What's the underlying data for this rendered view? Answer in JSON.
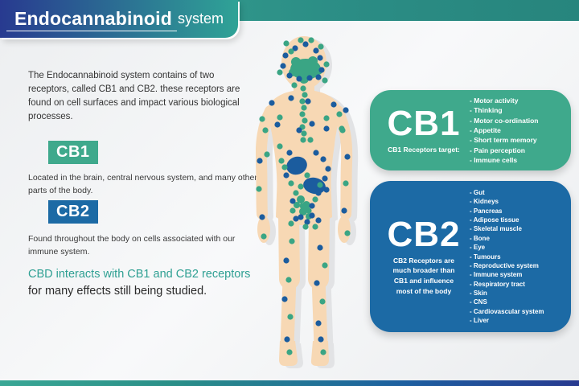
{
  "header": {
    "title_bold": "Endocannabinoid",
    "title_light": "system"
  },
  "intro_text": "The Endocannabinoid system contains of two receptors, called CB1 and CB2. these receptors are found on cell surfaces and impact various biological processes.",
  "left_column": {
    "cb1_badge": "CB1",
    "cb1_description": "Located in the brain, central nervous system, and many other parts of the body.",
    "cb2_badge": "CB2",
    "cb2_description": "Found throughout the body on cells associated with our immune system.",
    "cbd_highlight": "CBD interacts with CB1 and CB2 receptors",
    "cbd_rest": "for many effects still being studied."
  },
  "cards": {
    "cb1": {
      "title": "CB1",
      "subtitle": "CB1 Receptors target:",
      "items": [
        "Motor activity",
        "Thinking",
        "Motor co-ordination",
        "Appetite",
        "Short term memory",
        "Pain perception",
        "Immune cells"
      ]
    },
    "cb2": {
      "title": "CB2",
      "subtitle": "CB2 Receptors are much broader than CB1 and influence most of the body",
      "items": [
        "Gut",
        "Kidneys",
        "Pancreas",
        "Adipose tissue",
        "Skeletal muscle",
        "Bone",
        "Eye",
        "Tumours",
        "Reproductive system",
        "Immune system",
        "Respiratory tract",
        "Skin",
        "CNS",
        "Cardiovascular system",
        "Liver"
      ]
    }
  },
  "colors": {
    "teal": "#3fa98c",
    "blue": "#1c6aa5",
    "navy": "#283a90",
    "header_teal": "#2fa093",
    "dot_green": "#3aa584",
    "dot_blue": "#1b5c9e",
    "skin": "#f7d8b4",
    "shadow": "#e2e3e5"
  },
  "body_dots": [
    [
      49,
      18,
      "b"
    ],
    [
      62,
      13,
      "b"
    ],
    [
      75,
      21,
      "b"
    ],
    [
      37,
      27,
      "b"
    ],
    [
      80,
      30,
      "b"
    ],
    [
      34,
      40,
      "b"
    ],
    [
      82,
      45,
      "b"
    ],
    [
      42,
      52,
      "b"
    ],
    [
      54,
      56,
      "b"
    ],
    [
      67,
      55,
      "b"
    ],
    [
      78,
      54,
      "b"
    ],
    [
      56,
      8,
      "g"
    ],
    [
      69,
      8,
      "g"
    ],
    [
      81,
      16,
      "g"
    ],
    [
      38,
      12,
      "g"
    ],
    [
      44,
      22,
      "g"
    ],
    [
      88,
      38,
      "g"
    ],
    [
      30,
      48,
      "g"
    ],
    [
      86,
      58,
      "g"
    ],
    [
      48,
      64,
      "g"
    ],
    [
      59,
      68,
      "g"
    ],
    [
      61,
      76,
      "g"
    ],
    [
      58,
      84,
      "g"
    ],
    [
      60,
      92,
      "g"
    ],
    [
      58,
      100,
      "g"
    ],
    [
      61,
      108,
      "g"
    ],
    [
      58,
      116,
      "g"
    ],
    [
      60,
      124,
      "g"
    ],
    [
      59,
      132,
      "g"
    ],
    [
      44,
      80,
      "b"
    ],
    [
      65,
      84,
      "b"
    ],
    [
      20,
      86,
      "b"
    ],
    [
      97,
      88,
      "b"
    ],
    [
      27,
      113,
      "b"
    ],
    [
      70,
      112,
      "b"
    ],
    [
      54,
      120,
      "b"
    ],
    [
      88,
      118,
      "b"
    ],
    [
      112,
      95,
      "b"
    ],
    [
      8,
      106,
      "g"
    ],
    [
      104,
      100,
      "g"
    ],
    [
      30,
      104,
      "g"
    ],
    [
      88,
      105,
      "g"
    ],
    [
      108,
      120,
      "g"
    ],
    [
      68,
      132,
      "g"
    ],
    [
      30,
      140,
      "g"
    ],
    [
      14,
      150,
      "g"
    ],
    [
      42,
      148,
      "b"
    ],
    [
      75,
      148,
      "b"
    ],
    [
      84,
      156,
      "b"
    ],
    [
      90,
      168,
      "b"
    ],
    [
      38,
      176,
      "b"
    ],
    [
      86,
      180,
      "b"
    ],
    [
      78,
      198,
      "b"
    ],
    [
      46,
      208,
      "b"
    ],
    [
      70,
      214,
      "b"
    ],
    [
      88,
      194,
      "b"
    ],
    [
      32,
      158,
      "g"
    ],
    [
      36,
      166,
      "g"
    ],
    [
      44,
      186,
      "g"
    ],
    [
      56,
      190,
      "g"
    ],
    [
      80,
      188,
      "g"
    ],
    [
      64,
      176,
      "g"
    ],
    [
      50,
      198,
      "g"
    ],
    [
      74,
      206,
      "g"
    ],
    [
      58,
      214,
      "g"
    ],
    [
      66,
      220,
      "g"
    ],
    [
      46,
      220,
      "g"
    ],
    [
      56,
      228,
      "b"
    ],
    [
      70,
      226,
      "b"
    ],
    [
      64,
      234,
      "b"
    ],
    [
      78,
      232,
      "b"
    ],
    [
      50,
      230,
      "b"
    ],
    [
      62,
      240,
      "g"
    ],
    [
      74,
      240,
      "g"
    ],
    [
      44,
      236,
      "g"
    ],
    [
      12,
      120,
      "g"
    ],
    [
      5,
      158,
      "b"
    ],
    [
      4,
      193,
      "g"
    ],
    [
      8,
      228,
      "b"
    ],
    [
      10,
      252,
      "g"
    ],
    [
      107,
      118,
      "g"
    ],
    [
      114,
      153,
      "b"
    ],
    [
      112,
      186,
      "g"
    ],
    [
      110,
      220,
      "b"
    ],
    [
      114,
      248,
      "g"
    ],
    [
      45,
      258,
      "g"
    ],
    [
      38,
      282,
      "b"
    ],
    [
      41,
      306,
      "g"
    ],
    [
      36,
      330,
      "b"
    ],
    [
      43,
      352,
      "g"
    ],
    [
      80,
      266,
      "b"
    ],
    [
      86,
      288,
      "g"
    ],
    [
      76,
      310,
      "b"
    ],
    [
      83,
      333,
      "g"
    ],
    [
      78,
      360,
      "b"
    ],
    [
      39,
      380,
      "b"
    ],
    [
      42,
      396,
      "g"
    ],
    [
      81,
      380,
      "b"
    ],
    [
      84,
      396,
      "g"
    ]
  ]
}
